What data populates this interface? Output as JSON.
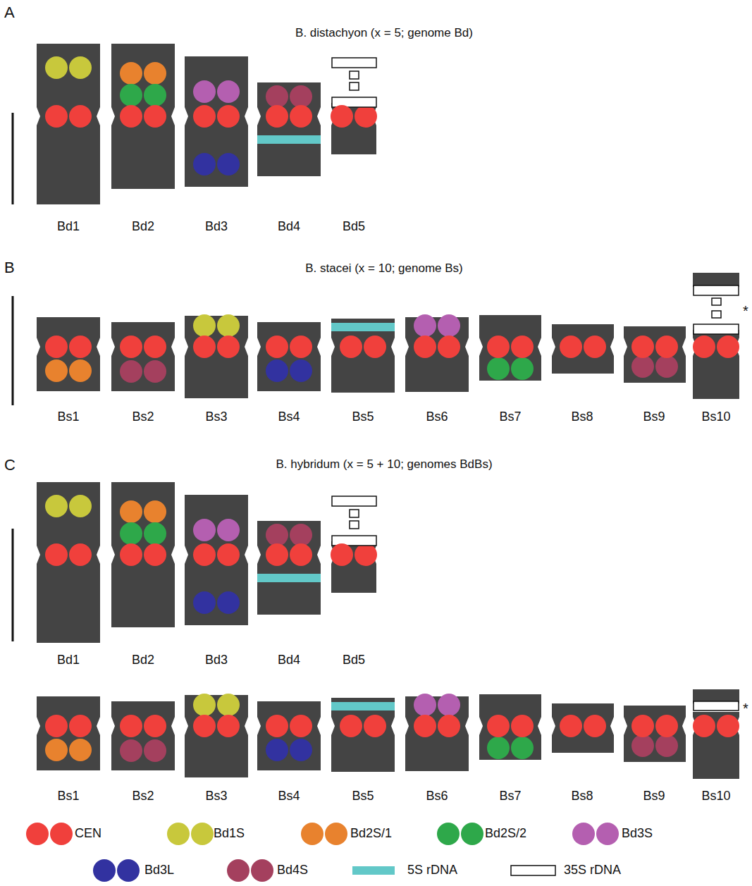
{
  "diagram": {
    "labels": [
      "A",
      "B. distachyon (x = 5; genome Bd)",
      "Bd1",
      "Bd2",
      "Bd3",
      "Bd4",
      "Bd5",
      "B",
      "B. stacei (x = 10; genome Bs)",
      "Bs1",
      "Bs2",
      "Bs3",
      "Bs4",
      "Bs5",
      "Bs6",
      "Bs7",
      "Bs8",
      "Bs9",
      "Bs10",
      "*",
      "C",
      "B. hybridum (x = 5 + 10; genomes BdBs)",
      "Bd1",
      "Bd2",
      "Bd3",
      "Bd4",
      "Bd5",
      "Bs1",
      "Bs2",
      "Bs3",
      "Bs4",
      "Bs5",
      "Bs6",
      "Bs7",
      "Bs8",
      "Bs9",
      "Bs10",
      "*"
    ],
    "legend": [
      {
        "text": "CEN",
        "color": "#f0403c"
      },
      {
        "text": "Bd1S",
        "color": "#c8c83c"
      },
      {
        "text": "Bd2S/1",
        "color": "#e8822e"
      },
      {
        "text": "Bd2S/2",
        "color": "#2ea84a"
      },
      {
        "text": "Bd3S",
        "color": "#b45fb0"
      },
      {
        "text": "Bd3L",
        "color": "#3232a0"
      },
      {
        "text": "Bd4S",
        "color": "#a4405e"
      },
      {
        "text": "5S rDNA",
        "color": "#62c8c8"
      },
      {
        "text": "35S rDNA"
      }
    ]
  }
}
